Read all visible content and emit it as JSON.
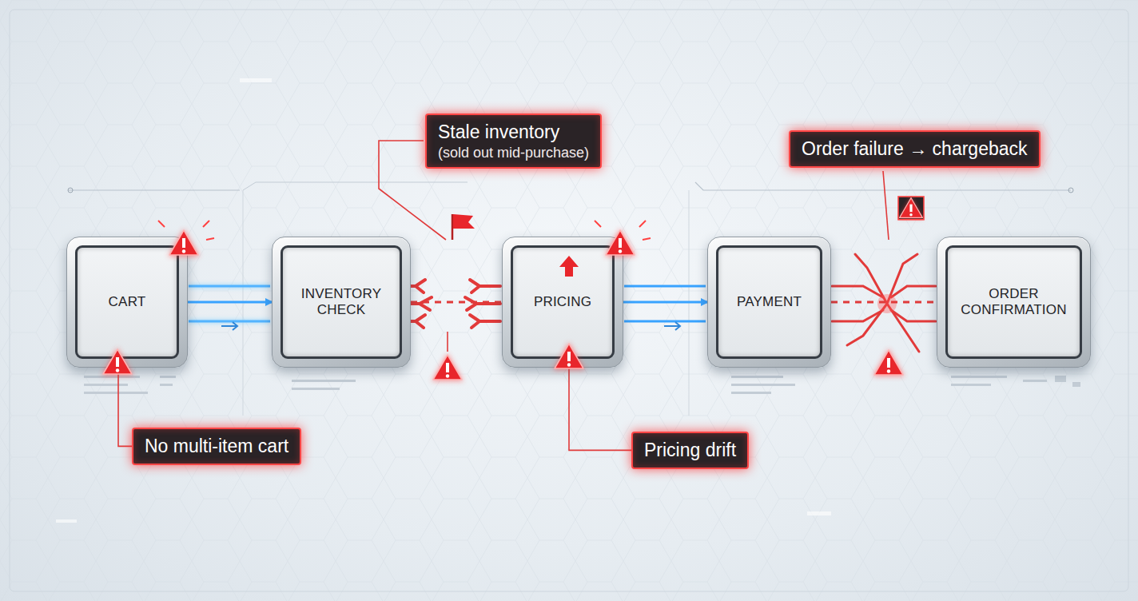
{
  "diagram": {
    "nodes": [
      {
        "text": [
          "CART"
        ]
      },
      {
        "text": [
          "INVENTORY CHECK"
        ]
      },
      {
        "text": [
          "PRICING"
        ]
      },
      {
        "text": [
          "PAYMENT"
        ]
      },
      {
        "text": [
          "ORDER CONFIRMATION"
        ]
      },
      {
        "text": [
          "Stale inventory",
          "(sold out mid-purchase)"
        ]
      },
      {
        "text": [
          "Order failure → chargeback"
        ]
      },
      {
        "text": [
          "No multi-item cart"
        ]
      },
      {
        "text": [
          "Pricing drift"
        ]
      }
    ],
    "edges": [
      {
        "from": 0,
        "to": 1,
        "arrow": "to"
      },
      {
        "from": 1,
        "to": 2,
        "arrow": "none"
      },
      {
        "from": 2,
        "to": 3,
        "arrow": "to"
      },
      {
        "from": 3,
        "to": 4,
        "arrow": "none"
      },
      {
        "from": 7,
        "to": 0,
        "arrow": "none"
      },
      {
        "from": 8,
        "to": 2,
        "arrow": "none"
      }
    ]
  }
}
